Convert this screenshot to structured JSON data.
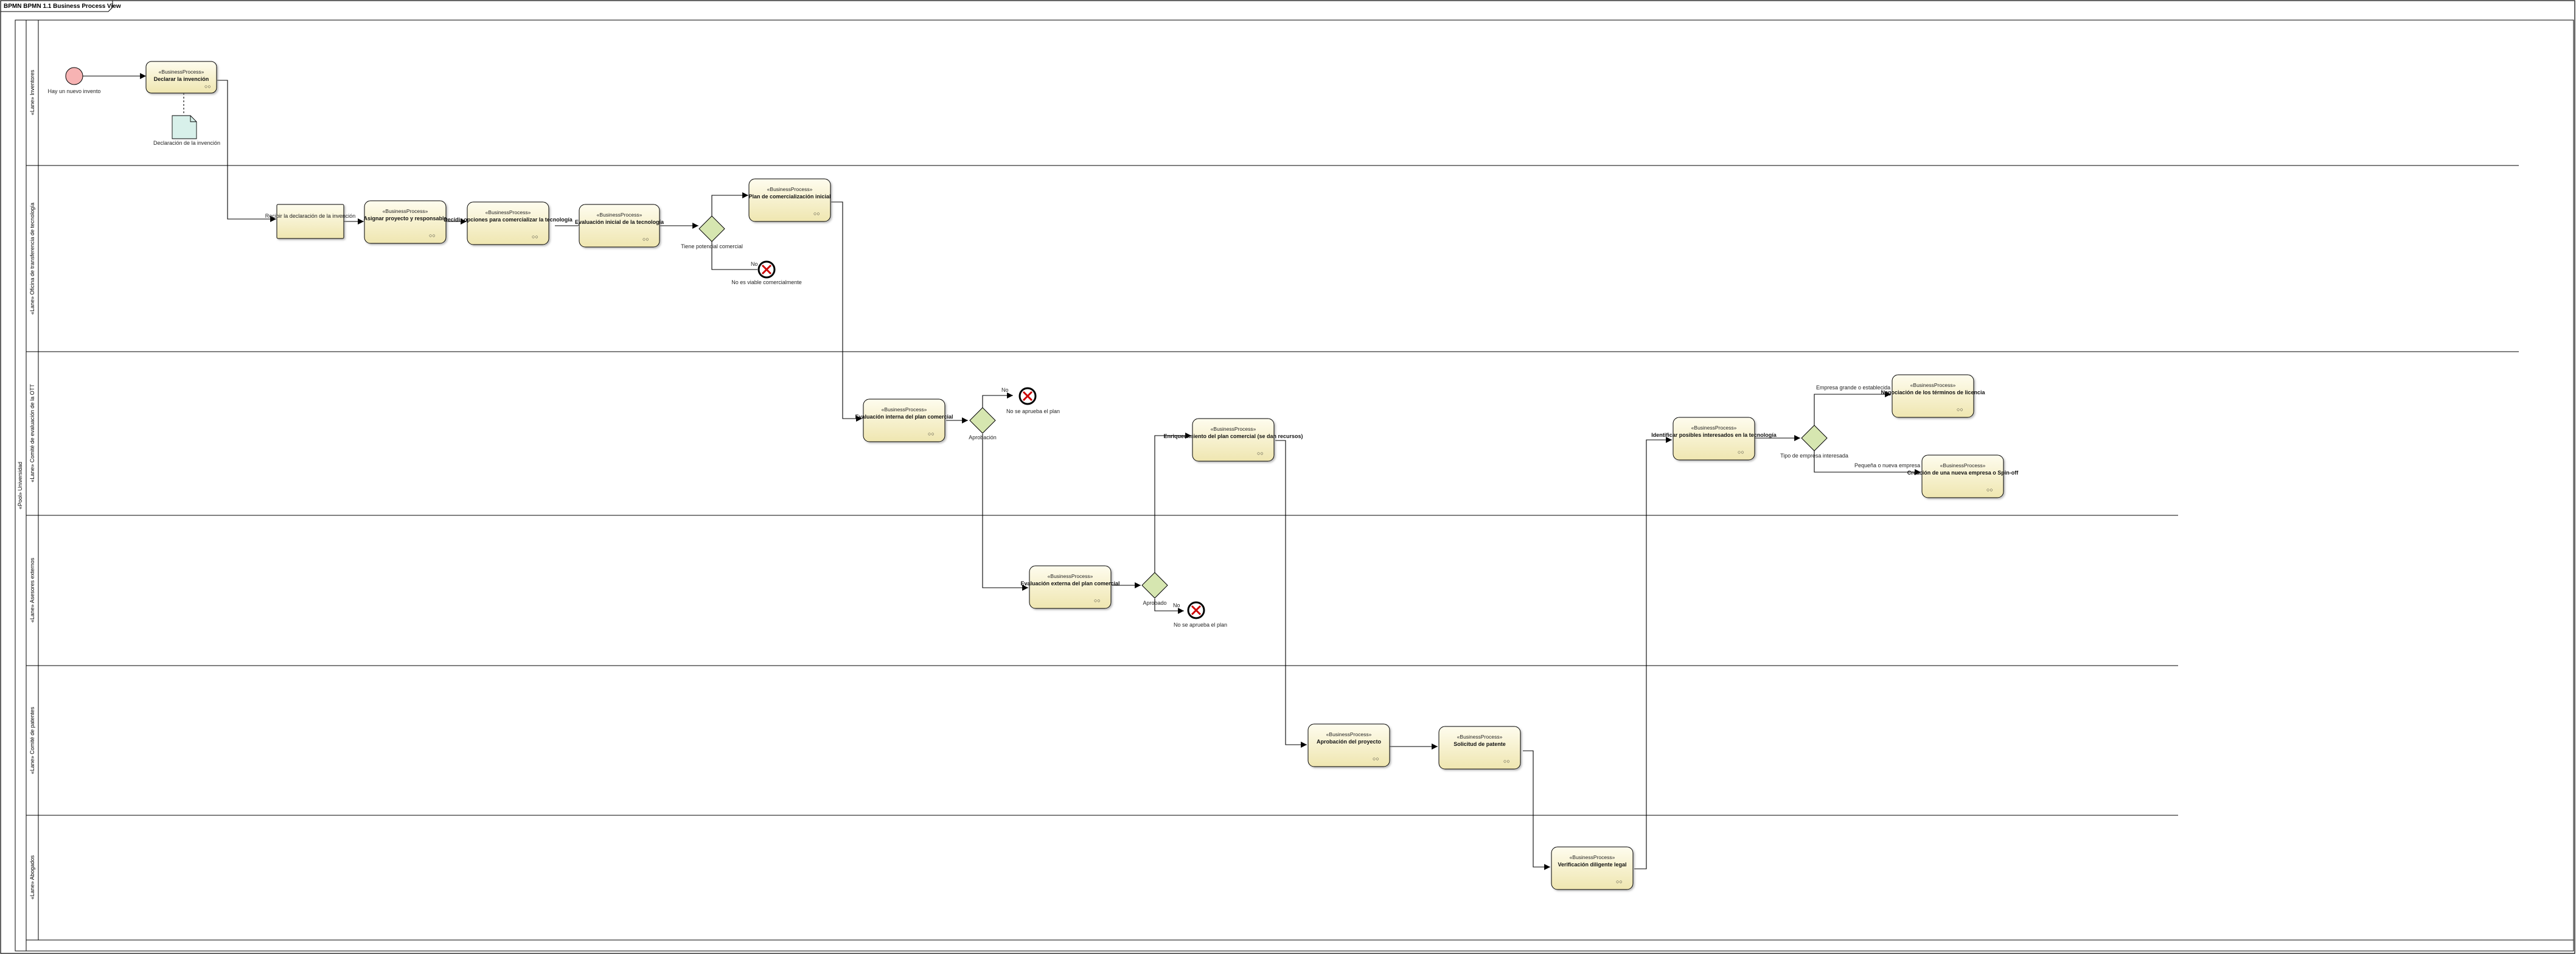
{
  "diagram": {
    "title": "BPMN BPMN 1.1 Business Process View",
    "pool_label": "«Pool» Universidad",
    "stereotype": "«BusinessProcess»"
  },
  "lanes": {
    "inventores": "«Lane» Inventores",
    "otri": "«Lane» Oficina de transferencia de tecnología",
    "comite": "«Lane» Comité de evaluación de la OTT",
    "asesores": "«Lane» Asesores externos",
    "patentes": "«Lane» Comité de patentes",
    "abogados": "«Lane» Abogados"
  },
  "events": {
    "start": "Hay un nuevo invento",
    "end1": "No es viable comercialmente",
    "end2": "No se aprueba el plan",
    "end3": "No se aprueba el plan"
  },
  "artifact": {
    "data_object": "Declaración de la invención"
  },
  "tasks": {
    "t1": "Declarar la invención",
    "t2": "Recibir la declaración de la invención",
    "t3": "Asignar proyecto y responsable",
    "t4": "Decidir opciones para comercializar la tecnología",
    "t5": "Evaluación inicial de la tecnología",
    "t6": "Plan de comercialización inicial",
    "t7": "Evaluación interna del plan comercial",
    "t8": "Evaluación externa del plan comercial",
    "t9": "Enriquecimiento del plan comercial (se dan recursos)",
    "t10": "Aprobación del proyecto",
    "t11": "Solicitud de patente",
    "t12": "Verificación diligente legal",
    "t13": "Identificar posibles interesados en la tecnología",
    "t14": "Negociación de los términos de licencia",
    "t15": "Creación de una nueva empresa o Spin-off"
  },
  "gateways": {
    "g1": "Tiene potencial comercial",
    "g2": "Aprobación",
    "g3": "Aprobado",
    "g4": "Tipo de empresa interesada"
  },
  "flow_labels": {
    "no1": "No",
    "no2": "No",
    "no3": "No",
    "big_company": "Empresa grande o establecida",
    "small_company": "Pequeña o nueva empresa"
  },
  "colors": {
    "task_fill_top": "#fdfbe9",
    "task_fill_bottom": "#f0e8b4",
    "gateway_fill": "#d6e6b0",
    "start_fill": "#f7b3b3",
    "end_stroke": "#cc0000",
    "data_object_fill": "#d8f0ea"
  }
}
